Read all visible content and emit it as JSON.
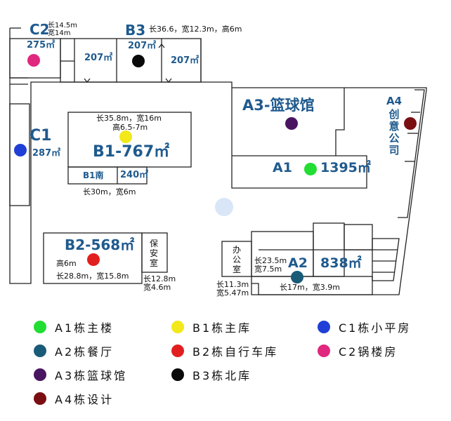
{
  "plan": {
    "labels": {
      "c2": "C2",
      "c2_dims": "长14.5m\n宽14m",
      "c2_area": "275㎡",
      "b3": "B3",
      "b3_dims": "长36.6，宽12.3m，高6m",
      "b3_room1": "207㎡",
      "b3_room2": "207㎡",
      "b3_room3": "207㎡",
      "a3": "A3-篮球馆",
      "a4": "A4",
      "a4_vert": "创意公司",
      "c1": "C1",
      "c1_area": "287㎡",
      "b1_dims_top": "长35.8m，宽16m",
      "b1_height": "高6.5-7m",
      "b1": "B1-767㎡",
      "b1_south": "B1南",
      "b1_south_area": "240㎡",
      "b1_south_dims": "长30m，宽6m",
      "a1": "A1",
      "a1_area": "1395㎡",
      "b2": "B2-568㎡",
      "b2_height": "高6m",
      "b2_dims": "长28.8m，宽15.8m",
      "guard_vert": "保安室",
      "guard_dims": "长12.8m\n宽4.6m",
      "office_vert": "办公室",
      "office_dims": "长11.3m\n宽5.47m",
      "a2_inner_dims": "长23.5m\n宽7.5m",
      "a2": "A2",
      "a2_area": "838㎡",
      "a2_dims": "长17m，宽3.9m"
    },
    "colors": {
      "A1": "#22dd33",
      "B1": "#f2e81a",
      "C1": "#1f3fd6",
      "A2": "#1a5b78",
      "B2": "#e21f1f",
      "C2": "#e0287e",
      "A3": "#4a1560",
      "B3": "#0a0a0a",
      "A4": "#7a0f12"
    }
  },
  "legend": [
    {
      "key": "A1",
      "label": "A1栋主楼",
      "color": "#22dd33"
    },
    {
      "key": "B1",
      "label": "B1栋主库",
      "color": "#f2e81a"
    },
    {
      "key": "C1",
      "label": "C1栋小平房",
      "color": "#1f3fd6"
    },
    {
      "key": "A2",
      "label": "A2栋餐厅",
      "color": "#1a5b78"
    },
    {
      "key": "B2",
      "label": "B2栋自行车库",
      "color": "#e21f1f"
    },
    {
      "key": "C2",
      "label": "C2锅楼房",
      "color": "#e0287e"
    },
    {
      "key": "A3",
      "label": "A3栋篮球馆",
      "color": "#4a1560"
    },
    {
      "key": "B3",
      "label": "B3栋北库",
      "color": "#0a0a0a"
    },
    {
      "key": "A4",
      "label": "A4栋设计",
      "color": "#7a0f12"
    }
  ]
}
